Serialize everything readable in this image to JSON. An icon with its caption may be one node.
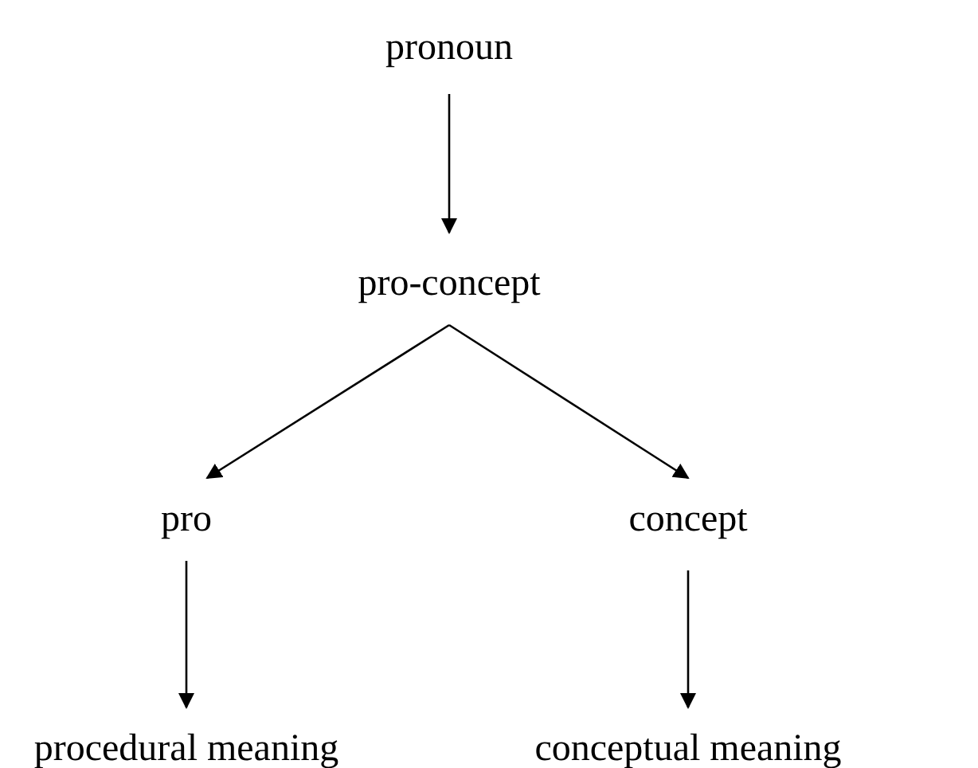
{
  "diagram": {
    "nodes": [
      {
        "text": [
          "pronoun"
        ]
      },
      {
        "text": [
          "pro-concept"
        ]
      },
      {
        "text": [
          "pro"
        ]
      },
      {
        "text": [
          "concept"
        ]
      },
      {
        "text": [
          "procedural meaning"
        ]
      },
      {
        "text": [
          "conceptual meaning"
        ]
      }
    ],
    "edges": [
      {
        "from": 0,
        "to": 1,
        "arrow": "to"
      },
      {
        "from": 1,
        "to": 2,
        "arrow": "to"
      },
      {
        "from": 1,
        "to": 3,
        "arrow": "to"
      },
      {
        "from": 2,
        "to": 4,
        "arrow": "to"
      },
      {
        "from": 3,
        "to": 5,
        "arrow": "to"
      }
    ]
  }
}
